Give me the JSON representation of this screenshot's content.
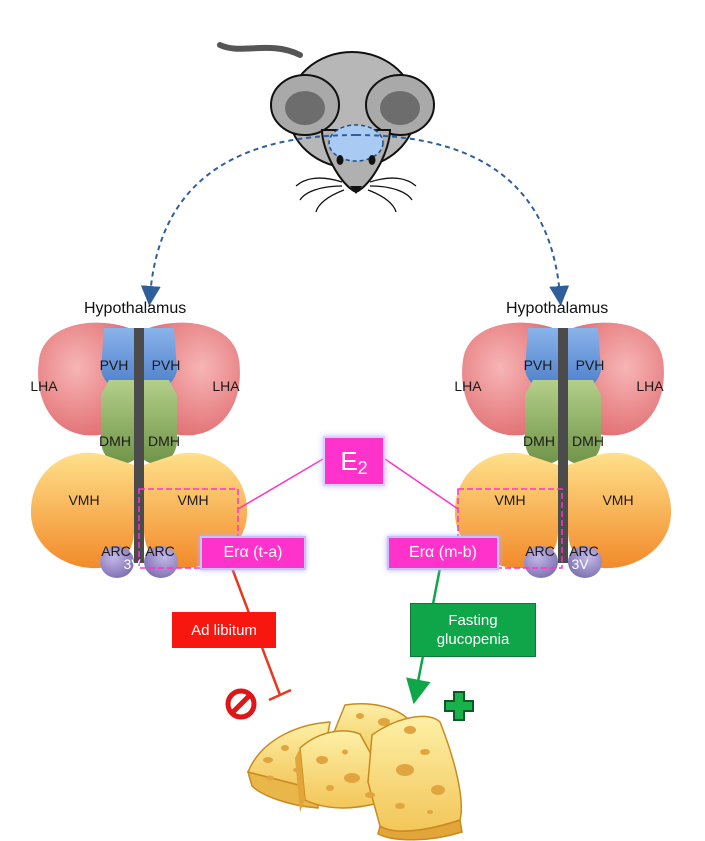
{
  "colors": {
    "lha": "#e88486",
    "pvh": "#5b8fd6",
    "dmh": "#8fae63",
    "vmh": "#f5a23c",
    "arc": "#9b8ec4",
    "er_box": "#ff33cc",
    "inhibit": "#e8381e",
    "stimulate": "#0fa64a",
    "arrow_blue": "#2f5f9a"
  },
  "hypothalamus_label": "Hypothalamus",
  "regions": {
    "pvh": "PVH",
    "lha": "LHA",
    "dmh": "DMH",
    "vmh": "VMH",
    "arc": "ARC",
    "third_ventricle": "3V"
  },
  "e2": {
    "base": "E",
    "sub": "2"
  },
  "er_left": "Erα (t-a)",
  "er_right": "Erα (m-b)",
  "condition_left": "Ad libitum",
  "condition_right": {
    "line1": "Fasting",
    "line2": "glucopenia"
  },
  "icons": {
    "mouse": "mouse-icon",
    "prohibit": "prohibit-icon",
    "plus": "plus-icon",
    "cheese": "cheese-icon"
  }
}
